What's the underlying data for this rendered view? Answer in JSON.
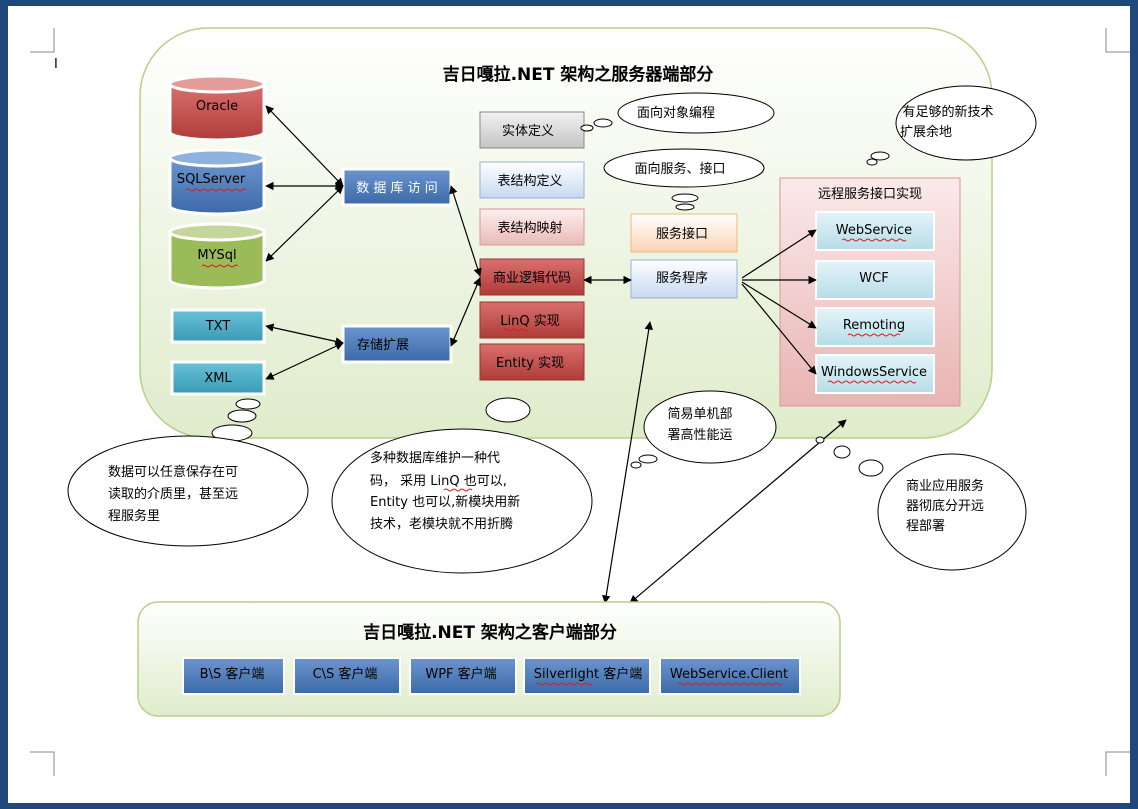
{
  "server": {
    "title": "吉日嘎拉.NET 架构之服务器端部分",
    "databases": [
      "Oracle",
      "SQLServer",
      "MYSql"
    ],
    "files": [
      "TXT",
      "XML"
    ],
    "db_access": "数 据 库 访 问",
    "storage_ext": "存储扩展",
    "layers": [
      "实体定义",
      "表结构定义",
      "表结构映射",
      "商业逻辑代码",
      "LinQ 实现",
      "Entity 实现"
    ],
    "service_interface": "服务接口",
    "service_program": "服务程序",
    "remote": {
      "title": "远程服务接口实现",
      "items": [
        "WebService",
        "WCF",
        "Remoting",
        "WindowsService"
      ]
    }
  },
  "callouts": {
    "oop": "面向对象编程",
    "soa": "面向服务、接口",
    "new_tech": [
      "有足够的新技术",
      "扩展余地"
    ],
    "simple_deploy": [
      "简易单机部",
      "署高性能运"
    ],
    "storage_note": [
      "数据可以任意保存在可",
      "读取的介质里，甚至远",
      "程服务里"
    ],
    "db_note": [
      "多种数据库维护一种代",
      "码， 采用  LinQ  也可以,",
      "Entity 也可以,新模块用新",
      "技术，老模块就不用折腾"
    ],
    "separate_deploy": [
      "商业应用服务",
      "器彻底分开远",
      "程部署"
    ]
  },
  "client": {
    "title": "吉日嘎拉.NET 架构之客户端部分",
    "items": [
      "B\\S 客户端",
      "C\\S 客户端",
      "WPF 客户端",
      "Silverlight 客户端",
      "WebService.Client"
    ]
  },
  "colors": {
    "frame": "#1f497d",
    "oracle": "#c0504d",
    "sqlserver": "#4f81bd",
    "mysql": "#9bbb59",
    "file_box": "#4bacc6",
    "layer_blue": "#4f81bd",
    "panel_green": "#eef5df",
    "remote_panel": "#f4d5d4"
  }
}
